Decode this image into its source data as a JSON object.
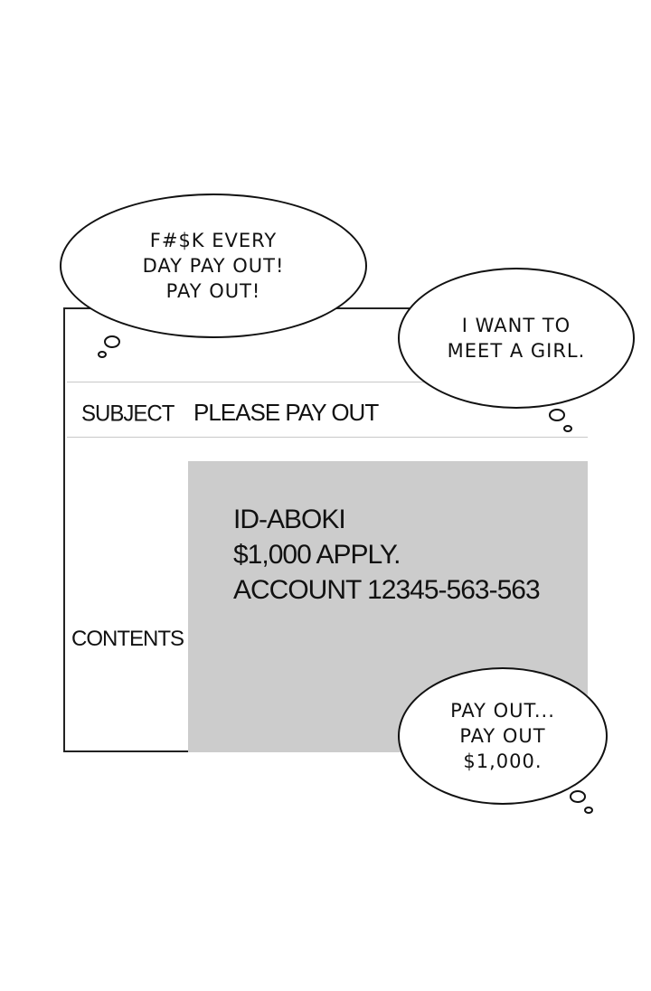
{
  "form": {
    "subject_label": "SUBJECT",
    "subject_value": "PLEASE PAY OUT",
    "contents_label": "CONTENTS",
    "contents_lines": [
      "ID-ABOKI",
      "$1,000 APPLY.",
      "ACCOUNT 12345-563-563"
    ]
  },
  "bubbles": {
    "top_left": "F#$K EVERY\nDAY PAY OUT!\nPAY OUT!",
    "top_right": "I WANT TO\nMEET A GIRL.",
    "bottom_right": "PAY OUT...\nPAY OUT\n$1,000."
  },
  "colors": {
    "content_background": "#cccccc",
    "outline": "#111111"
  }
}
